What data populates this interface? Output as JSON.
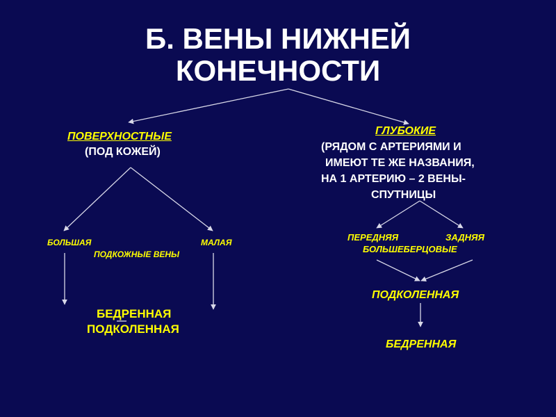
{
  "title": {
    "line1": "Б. ВЕНЫ НИЖНЕЙ",
    "line2": "КОНЕЧНОСТИ"
  },
  "superficial": {
    "heading": "ПОВЕРХНОСТНЫЕ",
    "subheading": "(ПОД КОЖЕЙ)",
    "branch_great": "БОЛЬШАЯ",
    "branch_small": "МАЛАЯ",
    "branch_caption": "ПОДКОЖНЫЕ ВЕНЫ",
    "target_line1": "БЕДРЕННАЯ",
    "target_line2": "ПОДКОЛЕННАЯ"
  },
  "deep": {
    "heading": "ГЛУБОКИЕ",
    "desc_line1": "(РЯДОМ С АРТЕРИЯМИ И",
    "desc_line2": "ИМЕЮТ ТЕ ЖЕ НАЗВАНИЯ,",
    "desc_line3": "НА 1 АРТЕРИЮ – 2 ВЕНЫ-",
    "desc_line4": "СПУТНИЦЫ",
    "branch_anterior": "ПЕРЕДНЯЯ",
    "branch_posterior": "ЗАДНЯЯ",
    "branch_caption": "БОЛЬШЕБЕРЦОВЫЕ",
    "target_popliteal": "ПОДКОЛЕННАЯ",
    "target_femoral": "БЕДРЕННАЯ"
  },
  "colors": {
    "background": "#0a0a52",
    "title": "#ffffff",
    "accent": "#ffff00",
    "arrow": "#d8d8e8"
  }
}
